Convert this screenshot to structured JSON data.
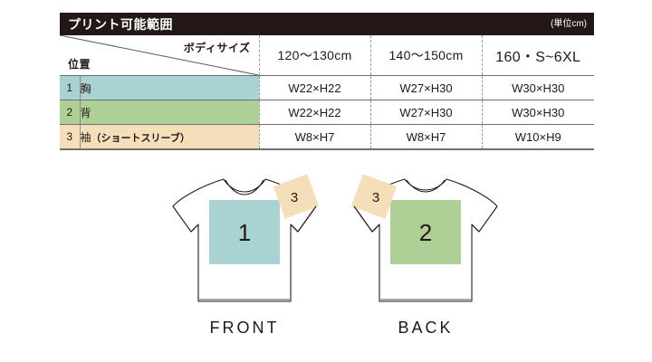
{
  "table": {
    "title": "プリント可能範囲",
    "unit_note": "(単位cm)",
    "corner": {
      "size_label": "ボディサイズ",
      "position_label": "位置"
    },
    "columns": [
      "120〜130cm",
      "140〜150cm",
      "160・S~6XL"
    ],
    "rows": [
      {
        "num": "1",
        "position": "胸",
        "position_sub": "",
        "color": "#a9d3d2",
        "values": [
          "W22×H22",
          "W27×H30",
          "W30×H30"
        ]
      },
      {
        "num": "2",
        "position": "背",
        "position_sub": "",
        "color": "#aecf95",
        "values": [
          "W22×H22",
          "W27×H30",
          "W30×H30"
        ]
      },
      {
        "num": "3",
        "position": "袖",
        "position_sub": "（ショートスリーブ）",
        "color": "#f5dfbb",
        "values": [
          "W8×H7",
          "W8×H7",
          "W10×H9"
        ]
      }
    ]
  },
  "illustrations": [
    {
      "id": "front",
      "caption": "FRONT",
      "print_area_number": "1",
      "print_area_color": "#a9d3d2",
      "sleeve_tag_number": "3",
      "sleeve_tag_color": "#f5dfbb",
      "sleeve_tag_side": "right"
    },
    {
      "id": "back",
      "caption": "BACK",
      "print_area_number": "2",
      "print_area_color": "#aecf95",
      "sleeve_tag_number": "3",
      "sleeve_tag_color": "#f5dfbb",
      "sleeve_tag_side": "left"
    }
  ],
  "colors": {
    "header_bar": "#231815",
    "text": "#231815",
    "border": "#717071",
    "dashed_border": "#9a9a9a",
    "background": "#ffffff"
  }
}
